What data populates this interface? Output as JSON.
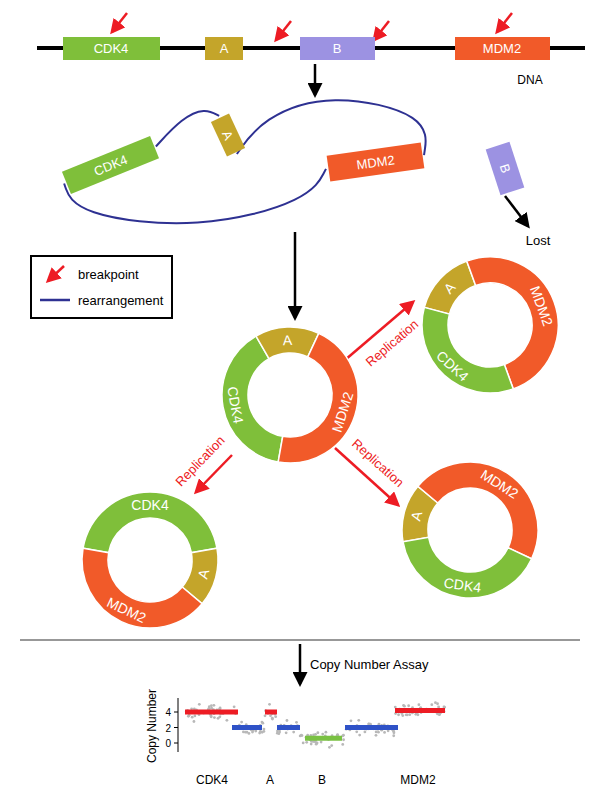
{
  "diagram": {
    "nodes": [
      {
        "text": [
          "CDK4"
        ]
      },
      {
        "text": [
          "A"
        ]
      },
      {
        "text": [
          "B"
        ]
      },
      {
        "text": [
          "MDM2"
        ]
      },
      {
        "text": [
          "CDK4"
        ]
      },
      {
        "text": [
          "A"
        ]
      },
      {
        "text": [
          "MDM2"
        ]
      },
      {
        "text": [
          "B"
        ]
      },
      {
        "text": [
          "CDK4"
        ]
      },
      {
        "text": [
          "A"
        ]
      },
      {
        "text": [
          "MDM2"
        ]
      },
      {
        "text": [
          "A"
        ]
      },
      {
        "text": [
          "MDM2"
        ]
      },
      {
        "text": [
          "CDK4"
        ]
      },
      {
        "text": [
          "CDK4"
        ]
      },
      {
        "text": [
          "A"
        ]
      },
      {
        "text": [
          "MDM2"
        ]
      },
      {
        "text": [
          "A"
        ]
      },
      {
        "text": [
          "MDM2"
        ]
      },
      {
        "text": [
          "CDK4"
        ]
      }
    ],
    "edges": [
      {
        "from": 4,
        "to": 5,
        "arrow": "none"
      },
      {
        "from": 5,
        "to": 6,
        "arrow": "none"
      },
      {
        "from": 4,
        "to": 6,
        "arrow": "none"
      }
    ],
    "labels": [
      "DNA",
      "Lost",
      "Replication",
      "Replication",
      "Replication",
      "Copy Number Assay",
      "Copy Number",
      "4",
      "2",
      "0",
      "CDK4",
      "A",
      "B",
      "MDM2"
    ],
    "legend": [
      {
        "text": "breakpoint"
      },
      {
        "text": "rearrangement"
      }
    ]
  }
}
